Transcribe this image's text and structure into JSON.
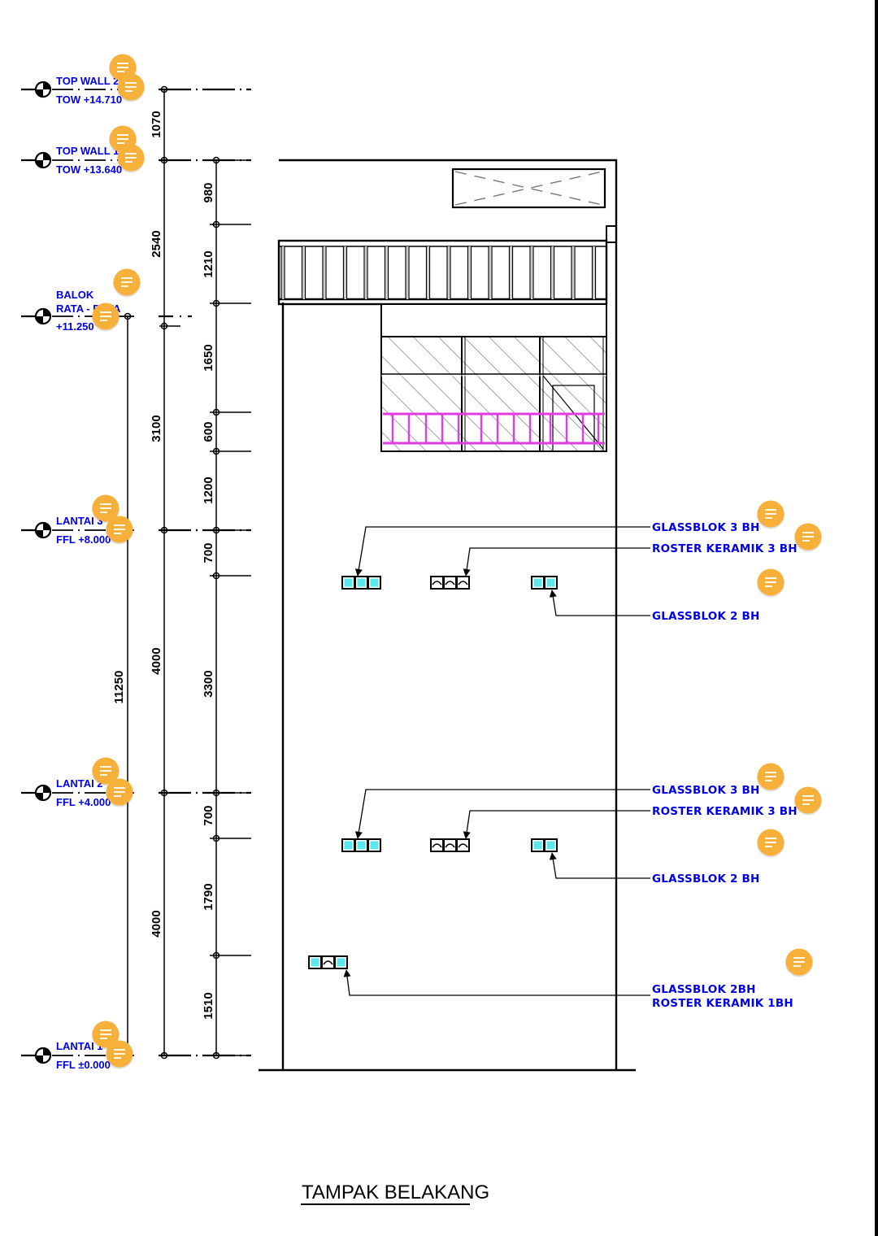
{
  "drawing_title": "TAMPAK BELAKANG",
  "levels": [
    {
      "name": "TOP  WALL  2",
      "elevation": "TOW  +14.710"
    },
    {
      "name": "TOP  WALL  1",
      "elevation": "TOW  +13.640"
    },
    {
      "name": "BALOK\nRATA  -  RATA",
      "elevation": "+11.250"
    },
    {
      "name": "LANTAI  3",
      "elevation": "FFL  +8.000"
    },
    {
      "name": "LANTAI  2",
      "elevation": "FFL  +4.000"
    },
    {
      "name": "LANTAI  1",
      "elevation": "FFL  ±0.000"
    }
  ],
  "balok_lines": [
    "BALOK",
    "RATA  -  RATA",
    "+11.250"
  ],
  "dimensions": {
    "overall": "11250",
    "chain_a": [
      "1070",
      "2540",
      "3100",
      "4000",
      "4000"
    ],
    "chain_b": [
      "980",
      "1210",
      "1650",
      "600",
      "1200",
      "700",
      "3300",
      "700",
      "1790",
      "1510"
    ]
  },
  "annotations": {
    "floor3": [
      "GLASSBLOK  3  BH",
      "ROSTER  KERAMIK  3  BH",
      "GLASSBLOK  2  BH"
    ],
    "floor2": [
      "GLASSBLOK  3  BH",
      "ROSTER  KERAMIK  3  BH",
      "GLASSBLOK  2  BH"
    ],
    "floor1": [
      "GLASSBLOK  2BH",
      "ROSTER  KERAMIK  1BH"
    ]
  },
  "colors": {
    "annotation_blue": "#0000e6",
    "glassblock_cyan": "#5ae8ee",
    "railing_magenta": "#e23be2",
    "comment_pin": "#f7b13a"
  },
  "comment_pins": 19
}
